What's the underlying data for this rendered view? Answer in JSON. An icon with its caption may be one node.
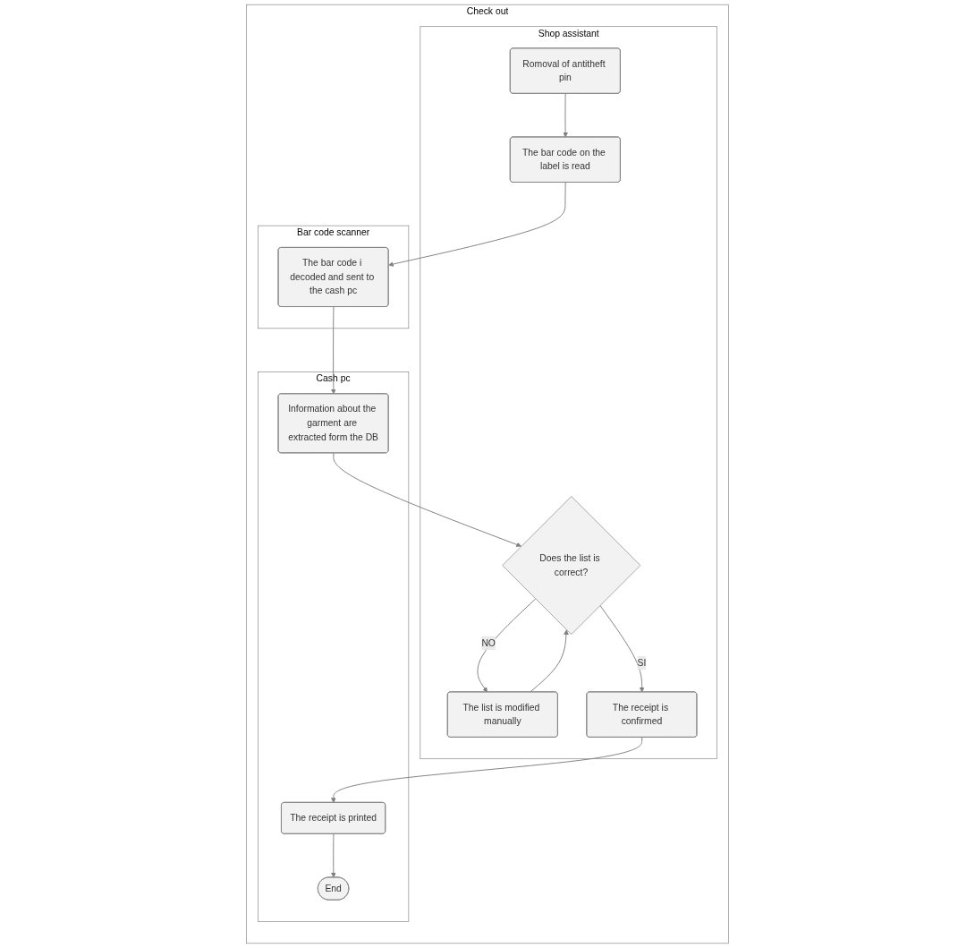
{
  "diagram": {
    "nodes": [
      {
        "text": [
          "Check out"
        ]
      },
      {
        "text": [
          "Shop assistant"
        ],
        "in": 0
      },
      {
        "text": [
          "Bar code scanner"
        ],
        "in": 0
      },
      {
        "text": [
          "Cash pc"
        ],
        "in": 0
      },
      {
        "text": [
          "Romoval of antitheft pin"
        ],
        "in": 1
      },
      {
        "text": [
          "The bar code on the label is read"
        ],
        "in": 1
      },
      {
        "text": [
          "The bar code i decoded and sent to the cash pc"
        ],
        "in": 2
      },
      {
        "text": [
          "Information about the garment are extracted form the DB"
        ],
        "in": 3
      },
      {
        "text": [
          "Does the list is correct?"
        ],
        "in": 1
      },
      {
        "text": [
          "The list is modified manually"
        ],
        "in": 1
      },
      {
        "text": [
          "The receipt is confirmed"
        ],
        "in": 1
      },
      {
        "text": [
          "The receipt is printed"
        ],
        "in": 3
      },
      {
        "text": [
          "End"
        ],
        "in": 3
      }
    ],
    "edges": [
      {
        "from": 4,
        "to": 5,
        "arrow": "to"
      },
      {
        "from": 5,
        "to": 6,
        "arrow": "to"
      },
      {
        "from": 6,
        "to": 7,
        "arrow": "to"
      },
      {
        "from": 7,
        "to": 8,
        "arrow": "to"
      },
      {
        "from": 8,
        "to": 9,
        "label": "NO",
        "arrow": "to"
      },
      {
        "from": 9,
        "to": 8,
        "arrow": "to"
      },
      {
        "from": 8,
        "to": 10,
        "label": "SI",
        "arrow": "to"
      },
      {
        "from": 10,
        "to": 11,
        "arrow": "to"
      },
      {
        "from": 11,
        "to": 12,
        "arrow": "to"
      }
    ]
  }
}
